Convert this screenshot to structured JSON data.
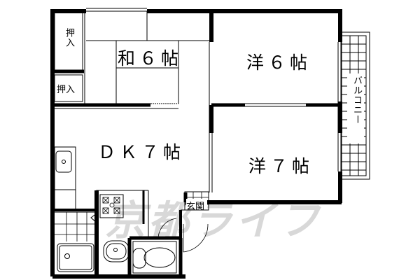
{
  "plan": {
    "rooms": {
      "washitsu": {
        "label": "和６帖"
      },
      "yoshitsu_6": {
        "label": "洋６帖"
      },
      "dk": {
        "label": "ＤＫ７帖"
      },
      "yoshitsu_7": {
        "label": "洋７帖"
      },
      "oshiire_top": {
        "label": "押入"
      },
      "oshiire_bottom": {
        "label": "押入"
      },
      "genkan": {
        "label": "玄関"
      },
      "balcony": {
        "label": "バルコニー"
      }
    },
    "watermark": "京都ライフ",
    "colors": {
      "wall": "#000000",
      "watermark": "#d8d8d8",
      "background": "#ffffff"
    }
  }
}
